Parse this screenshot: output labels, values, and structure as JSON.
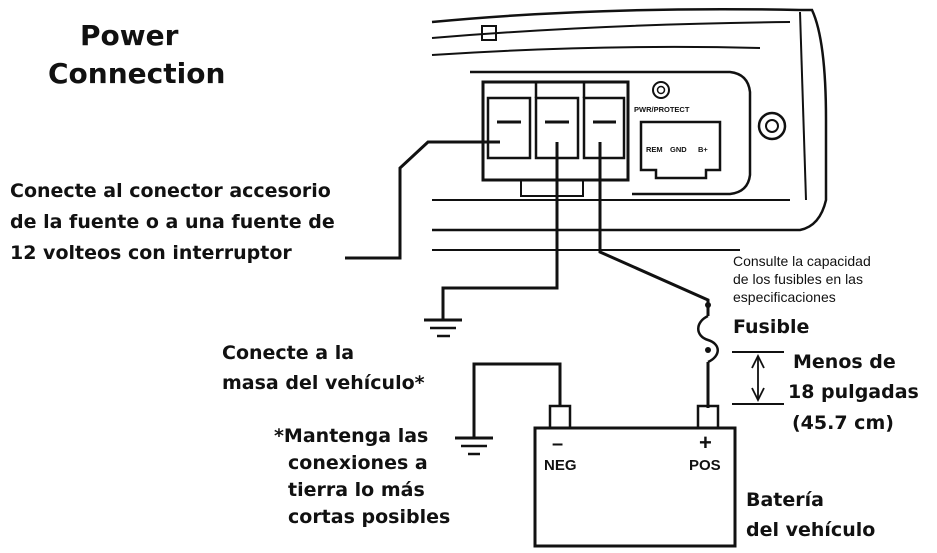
{
  "title": {
    "line1": "Power",
    "line2": "Connection"
  },
  "device": {
    "protect_label": "PWR/PROTECT",
    "port_labels": {
      "rem": "REM",
      "gnd": "GND",
      "bplus": "B+"
    }
  },
  "labels": {
    "accessory_connect": [
      "Conecte al conector accesorio",
      "de la fuente o a una fuente de",
      "12 volteos con interruptor"
    ],
    "ground_connect": [
      "Conecte a la",
      "masa del vehículo*"
    ],
    "ground_note": [
      "*Mantenga las",
      "conexiones a",
      "tierra lo más",
      "cortas posibles"
    ],
    "fuse_note": [
      "Consulte la capacidad",
      "de los fusibles en las",
      "especificaciones"
    ],
    "fuse": "Fusible",
    "distance": [
      "Menos de",
      "18 pulgadas",
      "(45.7 cm)"
    ],
    "battery": [
      "Batería",
      "del vehículo"
    ]
  },
  "battery": {
    "neg_symbol": "–",
    "neg_label": "NEG",
    "pos_symbol": "+",
    "pos_label": "POS"
  },
  "colors": {
    "line": "#111111",
    "background": "#ffffff"
  }
}
